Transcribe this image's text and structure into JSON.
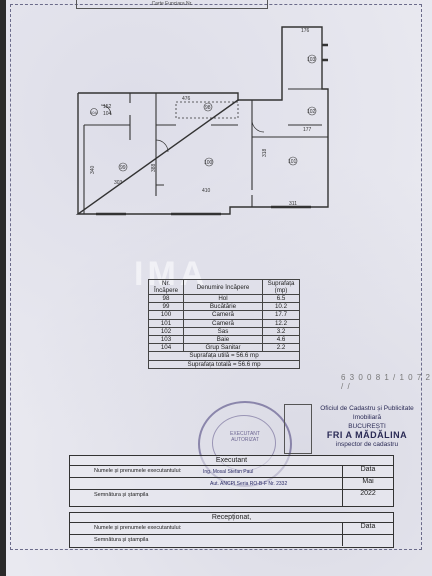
{
  "header": {
    "text": "Carte Funciara Nr."
  },
  "plan": {
    "dims": [
      "176",
      "476",
      "152",
      "104",
      "303",
      "410",
      "311",
      "177",
      "318",
      "340",
      "388"
    ],
    "room_numbers": [
      "98",
      "99",
      "100",
      "101",
      "102",
      "103",
      "104"
    ]
  },
  "watermark": "IMA",
  "table": {
    "headers": [
      "Nr. Încăpere",
      "Denumire încăpere",
      "Suprafața (mp)"
    ],
    "rows": [
      [
        "98",
        "Hol",
        "6.5"
      ],
      [
        "99",
        "Bucătărie",
        "10.2"
      ],
      [
        "100",
        "Cameră",
        "17.7"
      ],
      [
        "101",
        "Cameră",
        "12.2"
      ],
      [
        "102",
        "Sas",
        "3.2"
      ],
      [
        "103",
        "Baie",
        "4.6"
      ],
      [
        "104",
        "Grup Sanitar",
        "2.2"
      ]
    ],
    "total_util": "Suprafața utilă = 56.6 mp",
    "total_totala": "Suprafața totală = 56.6 mp"
  },
  "stamp_number": "6 3 0 0 8 1 / 1 0 7 2 / /",
  "stamp_seal": {
    "text": "EXECUTANT AUTORIZAT"
  },
  "office_stamp": {
    "line1": "Oficiul de Cadastru și Publicitate Imobiliară",
    "line2": "BUCUREȘTI",
    "line3": "FRI  A MĂDĂLINA",
    "line4": "inspector de cadastru"
  },
  "executant": {
    "title": "Executant",
    "name_label": "Numele și prenumele executantului:",
    "name_value": "Ing. Mosal Stefan Paul",
    "cert_value": "Aut. ANCPI Seria RO-B-F  Nr. 2332",
    "sign_label": "Semnătura și ștampila",
    "date_label": "Data",
    "date_month": "Mai",
    "date_year": "2022"
  },
  "receptionat": {
    "title": "Recepționat,",
    "name_label": "Numele și prenumele executantului:",
    "sign_label": "Semnătura și ștampila",
    "date_label": "Data"
  }
}
